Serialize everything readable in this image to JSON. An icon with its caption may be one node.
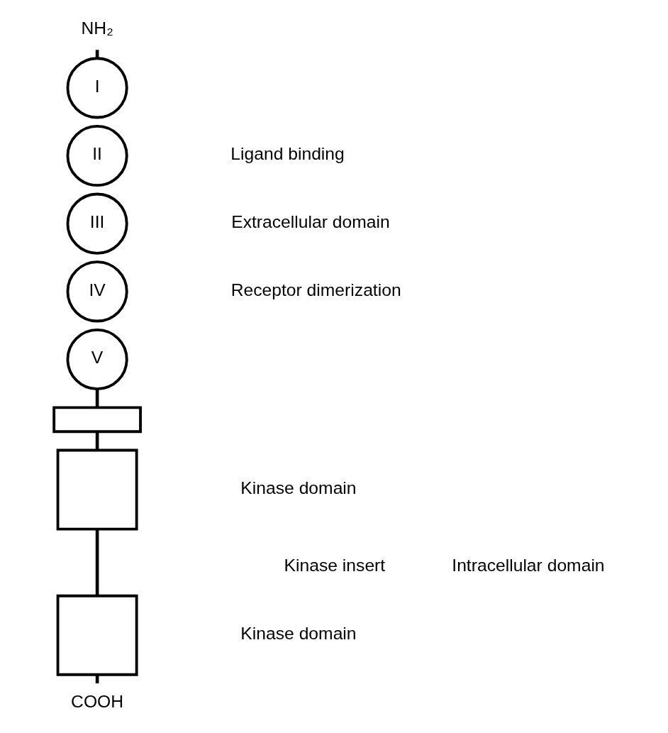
{
  "diagram": {
    "nodes": [
      {
        "text": [
          "NH₂"
        ]
      },
      {
        "text": [
          "I"
        ]
      },
      {
        "text": [
          "II"
        ]
      },
      {
        "text": [
          "III"
        ]
      },
      {
        "text": [
          "IV"
        ]
      },
      {
        "text": [
          "V"
        ]
      },
      {
        "text": [],
        "shape": "box"
      },
      {
        "text": [],
        "shape": "box"
      },
      {
        "text": [],
        "shape": "box"
      },
      {
        "text": [
          "COOH"
        ]
      }
    ],
    "edges": [
      {
        "from": 0,
        "to": 1,
        "arrow": "none"
      },
      {
        "from": 5,
        "to": 6,
        "arrow": "none"
      },
      {
        "from": 6,
        "to": 7,
        "arrow": "none"
      },
      {
        "from": 7,
        "to": 8,
        "arrow": "none"
      },
      {
        "from": 8,
        "to": 9,
        "arrow": "none"
      }
    ],
    "labels": [
      "Ligand binding",
      "Extracellular domain",
      "Receptor dimerization",
      "Kinase domain",
      "Intracellular domain",
      "Kinase insert",
      "Kinase domain"
    ]
  }
}
